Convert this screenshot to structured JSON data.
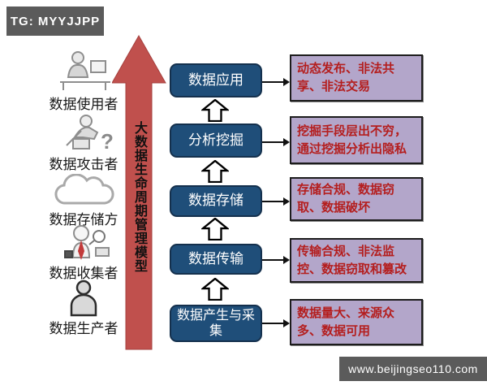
{
  "badge": {
    "label": "TG: MYYJJPP"
  },
  "title_arrow": {
    "label": "大数据生命周期管理模型"
  },
  "actors": [
    {
      "label": "数据使用者",
      "icon": "data-user-icon"
    },
    {
      "label": "数据攻击者",
      "icon": "data-attacker-icon"
    },
    {
      "label": "数据存储方",
      "icon": "cloud-icon"
    },
    {
      "label": "数据收集者",
      "icon": "data-collector-icon"
    },
    {
      "label": "数据生产者",
      "icon": "data-producer-icon"
    }
  ],
  "stages": [
    {
      "label": "数据应用",
      "risk": "动态发布、非法共享、非法交易"
    },
    {
      "label": "分析挖掘",
      "risk": "挖掘手段层出不穷，通过挖掘分析出隐私"
    },
    {
      "label": "数据存储",
      "risk": "存储合规、数据窃取、数据破坏"
    },
    {
      "label": "数据传输",
      "risk": "传输合规、非法监控、数据窃取和篡改"
    },
    {
      "label": "数据产生与采集",
      "risk": "数据量大、来源众多、数据可用"
    }
  ],
  "watermark": {
    "label": "www.beijingseo110.com"
  },
  "colors": {
    "arrow_red": "#c0504d",
    "stage_blue": "#1f4e79",
    "risk_bg": "#b3a6ca",
    "risk_text": "#b41e1e",
    "gray_bar": "#5b5b5b"
  }
}
